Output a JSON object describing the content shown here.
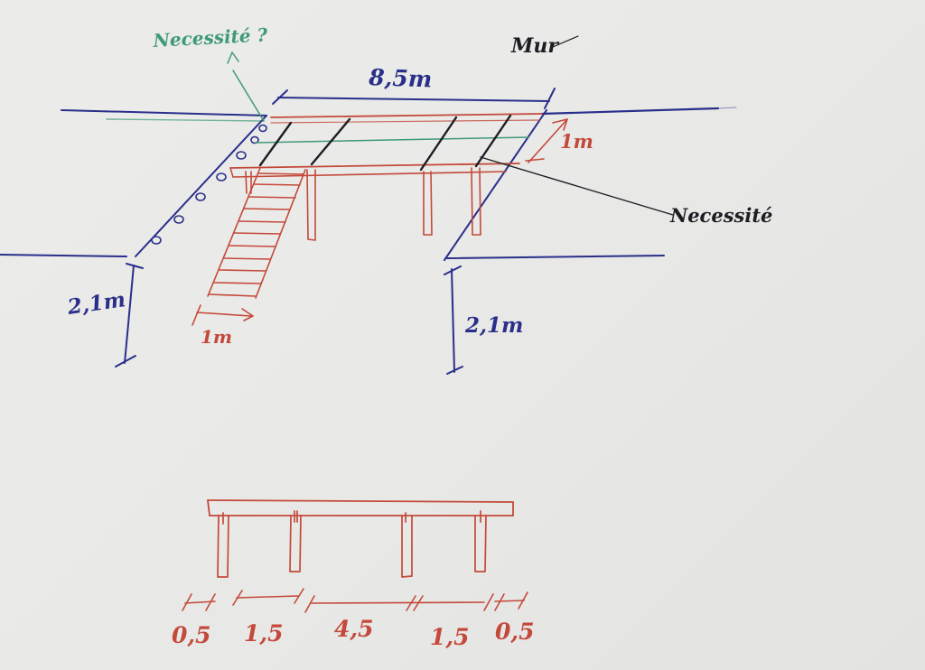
{
  "labels": {
    "necessite_question": "Necessité ?",
    "mur": "Mur",
    "span_width": "8,5m",
    "depth": "1m",
    "necessite": "Necessité",
    "height_left": "2,1m",
    "height_right": "2,1m",
    "stair_width": "1m"
  },
  "elevation_dimensions": [
    "0,5",
    "1,5",
    "4,5",
    "1,5",
    "0,5"
  ],
  "colors": {
    "blue_ink": "#2a2f8a",
    "red_ink": "#c4493a",
    "black_ink": "#1d1d24",
    "green_ink": "#3f9a7a",
    "paper": "#e9e9e7"
  }
}
